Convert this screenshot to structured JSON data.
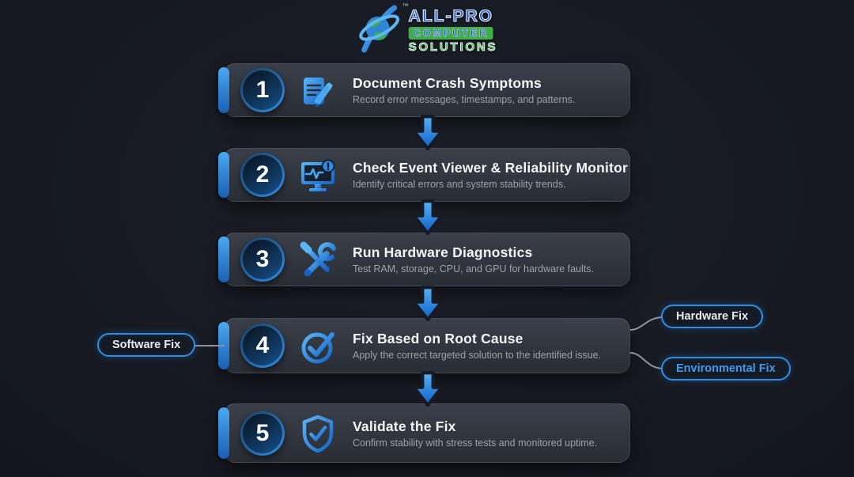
{
  "logo": {
    "brand_top": "ALL-PRO",
    "brand_mid": "COMPUTER",
    "brand_bottom": "SOLUTIONS",
    "trademark": "™",
    "colors": {
      "blue": "#2257d0",
      "green": "#3fae49"
    }
  },
  "steps": [
    {
      "number": "1",
      "icon": "notepad-pencil-icon",
      "title": "Document Crash Symptoms",
      "subtitle": "Record error messages, timestamps, and patterns."
    },
    {
      "number": "2",
      "icon": "monitor-pulse-alert-icon",
      "title": "Check Event Viewer & Reliability Monitor",
      "subtitle": "Identify critical errors and system stability trends."
    },
    {
      "number": "3",
      "icon": "wrench-screwdriver-icon",
      "title": "Run Hardware Diagnostics",
      "subtitle": "Test RAM, storage, CPU, and GPU for hardware faults."
    },
    {
      "number": "4",
      "icon": "circle-check-icon",
      "title": "Fix Based on Root Cause",
      "subtitle": "Apply the correct targeted solution to the identified issue."
    },
    {
      "number": "5",
      "icon": "shield-check-icon",
      "title": "Validate the Fix",
      "subtitle": "Confirm stability with stress tests and monitored uptime."
    }
  ],
  "branches": {
    "left": {
      "label": "Software Fix"
    },
    "right_top": {
      "label": "Hardware Fix"
    },
    "right_bottom": {
      "label": "Environmental Fix"
    }
  },
  "colors": {
    "background": "#171a23",
    "card": "#31353e",
    "accent_blue": "#2f8de4",
    "arrow_blue_top": "#55b2f6",
    "arrow_blue_bottom": "#0d5ec8",
    "pill_border": "#2f8de4",
    "connector_gray": "#8e949c",
    "title_text": "#f4f6f8",
    "subtitle_text": "#9ba2ac"
  }
}
